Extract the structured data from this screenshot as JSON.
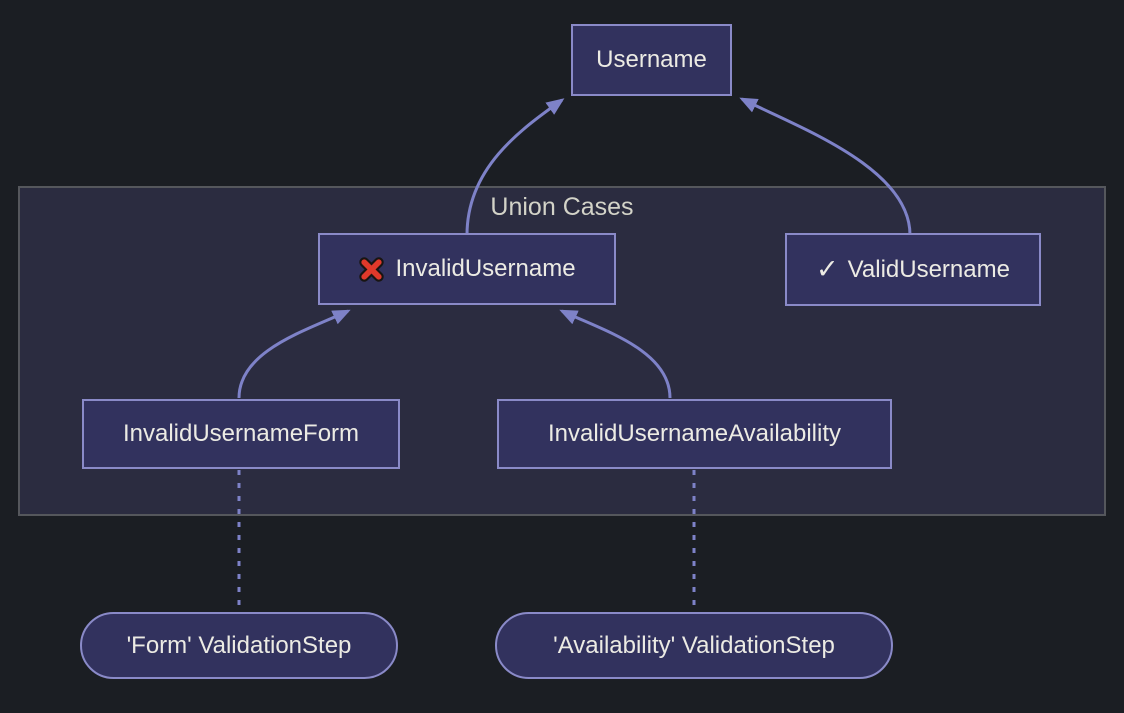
{
  "diagram": {
    "type": "flowchart",
    "direction": "bottom-to-top",
    "subgraph": {
      "label": "Union Cases"
    },
    "nodes": {
      "username": {
        "label": "Username",
        "shape": "rect"
      },
      "invalid_username": {
        "label": "InvalidUsername",
        "shape": "rect",
        "icon": "cross-mark"
      },
      "valid_username": {
        "label": "ValidUsername",
        "shape": "rect",
        "icon": "check-mark",
        "check_glyph": "✓"
      },
      "invalid_username_form": {
        "label": "InvalidUsernameForm",
        "shape": "rect"
      },
      "invalid_username_availability": {
        "label": "InvalidUsernameAvailability",
        "shape": "rect"
      },
      "form_validation_step": {
        "label": "'Form' ValidationStep",
        "shape": "stadium"
      },
      "availability_validation_step": {
        "label": "'Availability' ValidationStep",
        "shape": "stadium"
      }
    },
    "edges": [
      {
        "from": "InvalidUsername",
        "to": "Username",
        "style": "solid",
        "arrow": true
      },
      {
        "from": "ValidUsername",
        "to": "Username",
        "style": "solid",
        "arrow": true
      },
      {
        "from": "InvalidUsernameForm",
        "to": "InvalidUsername",
        "style": "solid",
        "arrow": true
      },
      {
        "from": "InvalidUsernameAvailability",
        "to": "InvalidUsername",
        "style": "solid",
        "arrow": true
      },
      {
        "from": "InvalidUsernameForm",
        "to": "'Form' ValidationStep",
        "style": "dotted",
        "arrow": false
      },
      {
        "from": "InvalidUsernameAvailability",
        "to": "'Availability' ValidationStep",
        "style": "dotted",
        "arrow": false
      }
    ],
    "colors": {
      "background": "#1b1e23",
      "node_fill": "#32325e",
      "node_border": "#8a8ac8",
      "edge": "#7e82c8",
      "subgraph_fill": "#2b2c40",
      "subgraph_border": "#55575c",
      "text": "#ecebe4",
      "subgraph_label_text": "#d3d3c8",
      "cross_red": "#e0392b",
      "cross_outline": "#181512"
    }
  }
}
